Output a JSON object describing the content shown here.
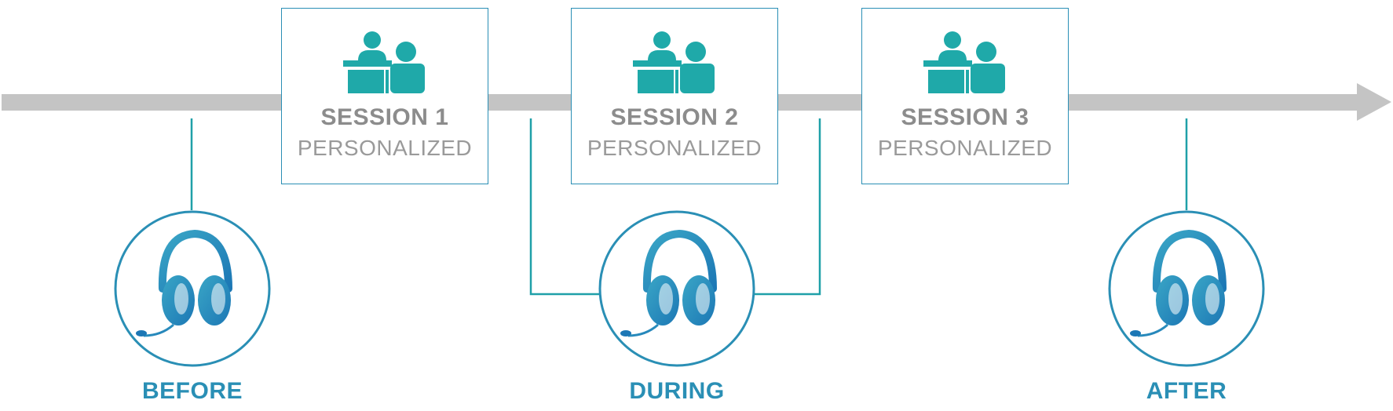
{
  "sessions": [
    {
      "title": "SESSION 1",
      "subtitle": "PERSONALIZED",
      "icon": "meeting-people-icon"
    },
    {
      "title": "SESSION 2",
      "subtitle": "PERSONALIZED",
      "icon": "meeting-people-icon"
    },
    {
      "title": "SESSION 3",
      "subtitle": "PERSONALIZED",
      "icon": "meeting-people-icon"
    }
  ],
  "phases": [
    {
      "label": "BEFORE",
      "icon": "headset-icon"
    },
    {
      "label": "DURING",
      "icon": "headset-icon"
    },
    {
      "label": "AFTER",
      "icon": "headset-icon"
    }
  ],
  "colors": {
    "timeline": "#c4c4c4",
    "accent": "#2a8fb5",
    "teal": "#1fa9a9",
    "session_text": "#8c8c8c"
  }
}
